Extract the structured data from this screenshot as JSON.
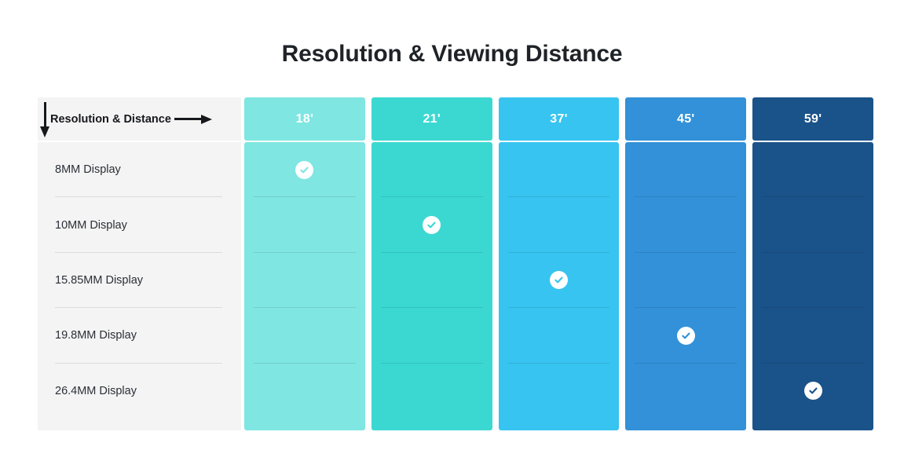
{
  "title": "Resolution & Viewing Distance",
  "matrix": {
    "corner_label": "Resolution & Distance",
    "row_axis_icon": "arrow-down-icon",
    "column_axis_icon": "arrow-right-icon",
    "check_icon": "check-circle-icon",
    "row_header_background": "#f4f4f4",
    "columns": [
      {
        "label": "18'",
        "color": "#7fe6e2"
      },
      {
        "label": "21'",
        "color": "#3bd8d2"
      },
      {
        "label": "37'",
        "color": "#37c4f0"
      },
      {
        "label": "45'",
        "color": "#3291d8"
      },
      {
        "label": "59'",
        "color": "#1a5389"
      }
    ],
    "rows": [
      {
        "label": "8MM Display"
      },
      {
        "label": "10MM Display"
      },
      {
        "label": "15.85MM Display"
      },
      {
        "label": "19.8MM Display"
      },
      {
        "label": "26.4MM Display"
      }
    ],
    "checks": [
      [
        true,
        false,
        false,
        false,
        false
      ],
      [
        false,
        true,
        false,
        false,
        false
      ],
      [
        false,
        false,
        true,
        false,
        false
      ],
      [
        false,
        false,
        false,
        true,
        false
      ],
      [
        false,
        false,
        false,
        false,
        true
      ]
    ]
  }
}
